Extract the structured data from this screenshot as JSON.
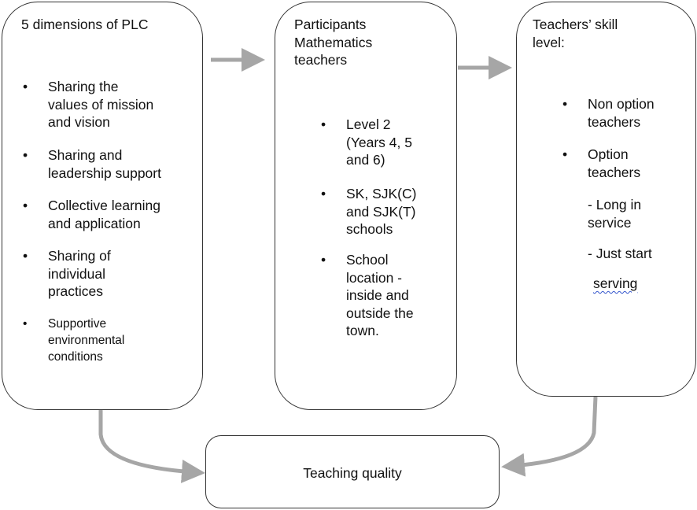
{
  "plc": {
    "title": "5 dimensions of PLC",
    "items": [
      "Sharing the\nvalues of mission\nand vision",
      "Sharing and\nleadership support",
      "Collective learning\nand application",
      "Sharing of\nindividual\npractices",
      "Supportive\nenvironmental\nconditions"
    ]
  },
  "participants": {
    "title": "Participants\nMathematics\nteachers",
    "items": [
      "Level 2\n(Years 4, 5\nand 6)",
      "SK, SJK(C)\nand SJK(T)\nschools",
      "School\nlocation -\ninside and\noutside the\ntown."
    ]
  },
  "skill": {
    "title": "Teachers’ skill\nlevel:",
    "items": [
      "Non option\nteachers",
      "Option\nteachers"
    ],
    "sub": [
      "- Long in\nservice",
      "- Just start"
    ],
    "sub_tail": "serving"
  },
  "outcome": {
    "label": "Teaching quality"
  },
  "colors": {
    "arrow": "#a6a6a6",
    "border": "#333333"
  }
}
